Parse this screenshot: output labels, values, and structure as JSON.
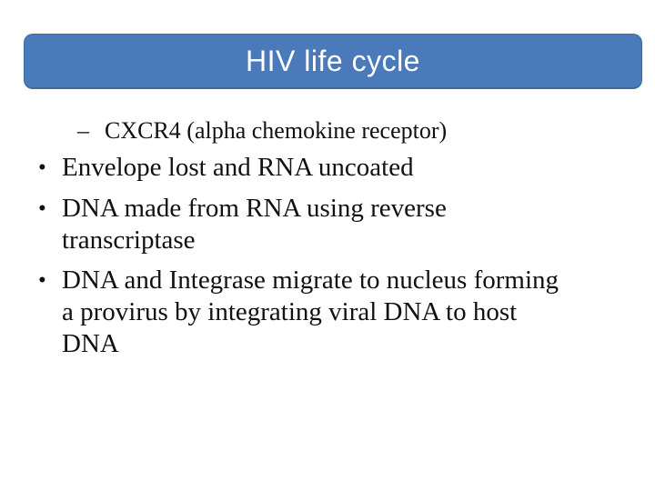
{
  "slide": {
    "title": "HIV life cycle",
    "colors": {
      "title_bg": "#4a7ab9",
      "title_border": "#3c6ba4",
      "title_text": "#ffffff",
      "body_text": "#111111",
      "background": "#ffffff"
    },
    "sub_bullet": {
      "marker": "–",
      "text": "CXCR4 (alpha chemokine receptor)"
    },
    "bullets": [
      {
        "marker": "•",
        "text": "Envelope lost and RNA uncoated"
      },
      {
        "marker": "•",
        "text": "DNA made from RNA using reverse\ntranscriptase"
      },
      {
        "marker": "•",
        "text": "DNA and Integrase migrate to nucleus forming\na provirus by integrating viral DNA to host\nDNA"
      }
    ]
  }
}
